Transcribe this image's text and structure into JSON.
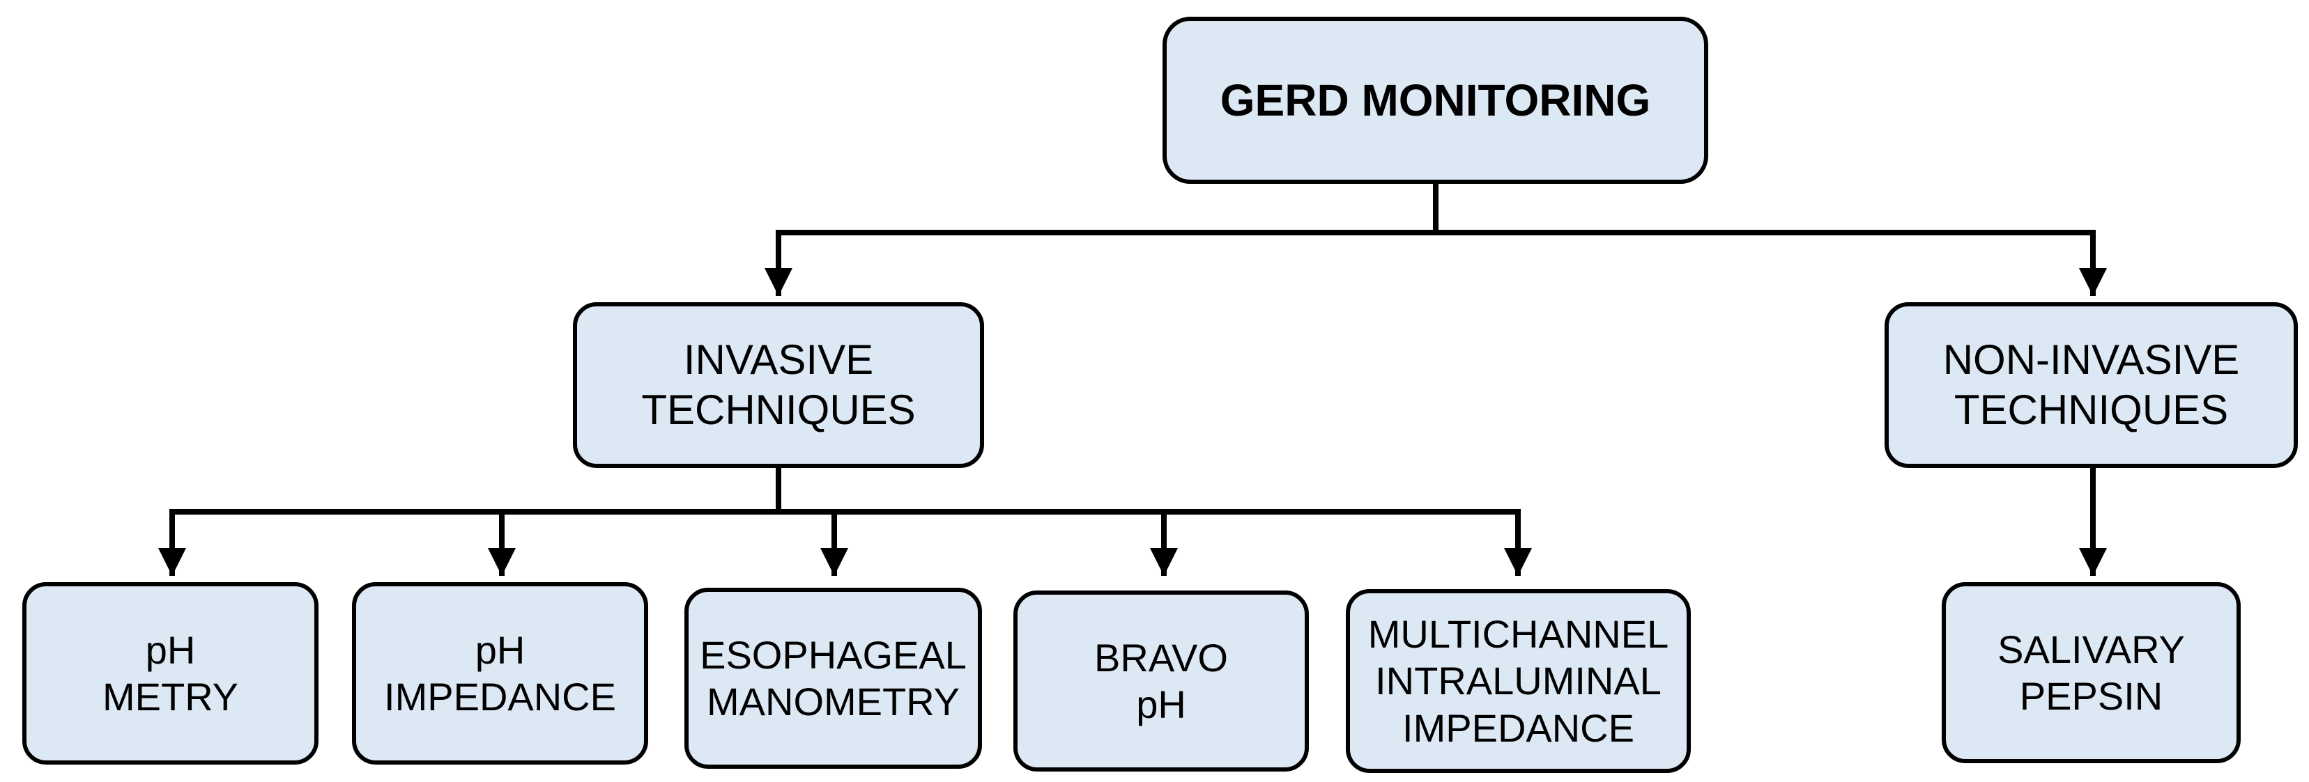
{
  "root": {
    "lines": [
      "GERD MONITORING"
    ]
  },
  "invasive": {
    "lines": [
      "INVASIVE",
      "TECHNIQUES"
    ]
  },
  "noninvasive": {
    "lines": [
      "NON-INVASIVE",
      "TECHNIQUES"
    ]
  },
  "leaves": [
    {
      "lines": [
        "pH",
        "METRY"
      ]
    },
    {
      "lines": [
        "pH",
        "IMPEDANCE"
      ]
    },
    {
      "lines": [
        "ESOPHAGEAL",
        "MANOMETRY"
      ]
    },
    {
      "lines": [
        "BRAVO",
        "pH"
      ]
    },
    {
      "lines": [
        "MULTICHANNEL",
        "INTRALUMINAL",
        "IMPEDANCE"
      ]
    },
    {
      "lines": [
        "SALIVARY",
        "PEPSIN"
      ]
    }
  ],
  "colors": {
    "box_fill": "#dde8f5",
    "stroke": "#000000"
  }
}
